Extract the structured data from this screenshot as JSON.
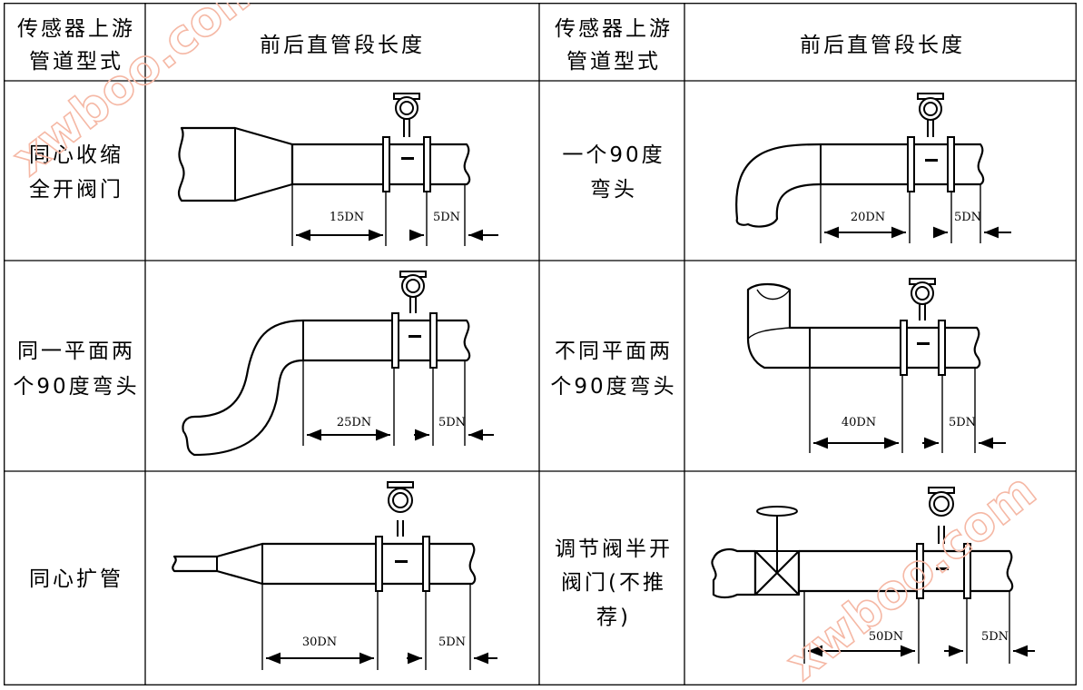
{
  "table": {
    "header": {
      "col1": [
        "传感器上游",
        "管道型式"
      ],
      "col2": "前后直管段长度",
      "col3": [
        "传感器上游",
        "管道型式"
      ],
      "col4": "前后直管段长度"
    },
    "rows": [
      {
        "left": {
          "label": [
            "同心收缩",
            "全开阀门"
          ],
          "upstream": "15DN",
          "downstream": "5DN"
        },
        "right": {
          "label": [
            "一个90度",
            "弯头"
          ],
          "upstream": "20DN",
          "downstream": "5DN"
        }
      },
      {
        "left": {
          "label": [
            "同一平面两",
            "个90度弯头"
          ],
          "upstream": "25DN",
          "downstream": "5DN"
        },
        "right": {
          "label": [
            "不同平面两",
            "个90度弯头"
          ],
          "upstream": "40DN",
          "downstream": "5DN"
        }
      },
      {
        "left": {
          "label": [
            "同心扩管"
          ],
          "upstream": "30DN",
          "downstream": "5DN"
        },
        "right": {
          "label": [
            "调节阀半开",
            "阀门(不推",
            "荐)"
          ],
          "upstream": "50DN",
          "downstream": "5DN"
        }
      }
    ]
  },
  "watermark": {
    "text": "xwboo.com",
    "color": "#f5b8a5"
  }
}
